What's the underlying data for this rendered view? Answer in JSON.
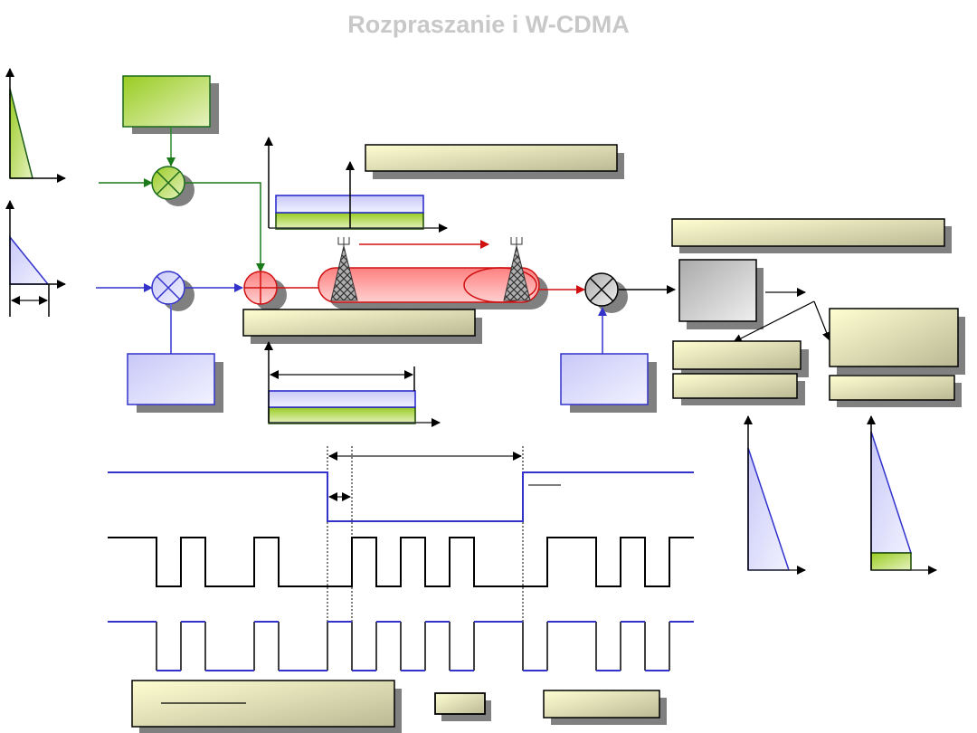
{
  "title": "Rozpraszanie i W-CDMA",
  "colors": {
    "title": "#c8c8c8",
    "green_path": "#1a7a1a",
    "blue_path": "#3333cc",
    "red_path": "#d01010",
    "note_fill_light": "#fdfbd0",
    "note_fill_dark": "#bfbd98",
    "shadow": "#808080"
  },
  "blocks": {
    "green_source": {
      "kind": "source",
      "color": "green"
    },
    "blue_code_generator_tx": {
      "kind": "code-generator",
      "color": "blue"
    },
    "blue_code_generator_rx": {
      "kind": "code-generator",
      "color": "blue"
    },
    "decision_block": {
      "kind": "processing",
      "color": "gray"
    }
  },
  "operators": [
    {
      "name": "green-multiplier",
      "symbol": "×"
    },
    {
      "name": "blue-multiplier",
      "symbol": "×"
    },
    {
      "name": "red-summer",
      "symbol": "+"
    },
    {
      "name": "gray-multiplier",
      "symbol": "×"
    }
  ],
  "note_boxes": [
    {
      "name": "note-spectrum-top",
      "text": ""
    },
    {
      "name": "note-channel",
      "text": ""
    },
    {
      "name": "note-receiver-top",
      "text": ""
    },
    {
      "name": "note-result-left-1",
      "text": ""
    },
    {
      "name": "note-result-left-2",
      "text": ""
    },
    {
      "name": "note-result-right-1",
      "text": ""
    },
    {
      "name": "note-result-right-2",
      "text": ""
    },
    {
      "name": "note-bottom-formula",
      "text": ""
    },
    {
      "name": "note-bottom-small",
      "text": ""
    },
    {
      "name": "note-bottom-right",
      "text": ""
    }
  ],
  "waveforms": {
    "data_bits": [
      1,
      0,
      1
    ],
    "chip_sequence": [
      1,
      0,
      1,
      0,
      0,
      1,
      0,
      0,
      1,
      0,
      1,
      0,
      1,
      0,
      0,
      1,
      1,
      0,
      1,
      0,
      1
    ],
    "spread_signal": [
      1,
      0,
      1,
      0,
      0,
      1,
      0,
      0,
      1,
      0,
      1,
      0,
      1,
      0,
      0,
      1,
      1,
      0,
      1,
      0,
      1
    ]
  }
}
